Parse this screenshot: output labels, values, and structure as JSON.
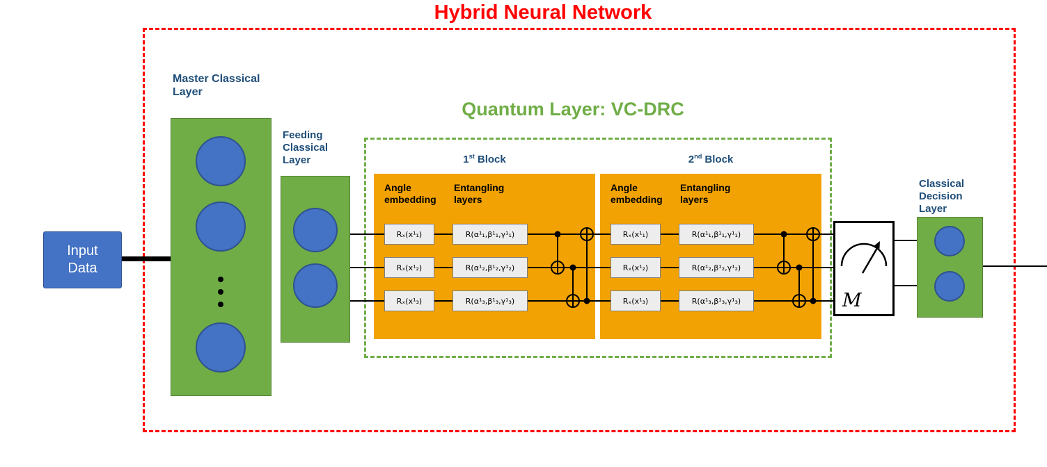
{
  "title": "Hybrid Neural Network",
  "input": {
    "label": "Input Data"
  },
  "layers": {
    "master": {
      "label": "Master Classical Layer",
      "neuron_count": 3,
      "has_ellipsis": true
    },
    "feeding": {
      "label": "Feeding Classical Layer",
      "neuron_count": 2
    },
    "decision": {
      "label": "Classical Decision Layer",
      "neuron_count": 2
    }
  },
  "quantum": {
    "title": "Quantum Layer: VC-DRC",
    "angle_label": "Angle embedding",
    "entangling_label": "Entangling layers",
    "blocks": [
      {
        "num": "1",
        "ordinal": "st",
        "rest": "Block"
      },
      {
        "num": "2",
        "ordinal": "nd",
        "rest": "Block"
      }
    ],
    "rx_gates": [
      "Rₓ(x¹₁)",
      "Rₓ(x¹₂)",
      "Rₓ(x¹₃)"
    ],
    "rot_gates": [
      "R(α¹₁,β¹₁,γ¹₁)",
      "R(α¹₂,β¹₂,γ¹₂)",
      "R(α¹₃,β¹₃,γ¹₃)"
    ]
  },
  "measurement": {
    "label": "M"
  },
  "colors": {
    "title_red": "#FF0000",
    "boundary_red": "#FF0000",
    "layer_green": "#70AD47",
    "neuron_blue": "#4472C4",
    "block_orange": "#F2A202",
    "label_blue": "#1F4E79",
    "quantum_green": "#70AD47",
    "gate_gray": "#EDEDED"
  }
}
